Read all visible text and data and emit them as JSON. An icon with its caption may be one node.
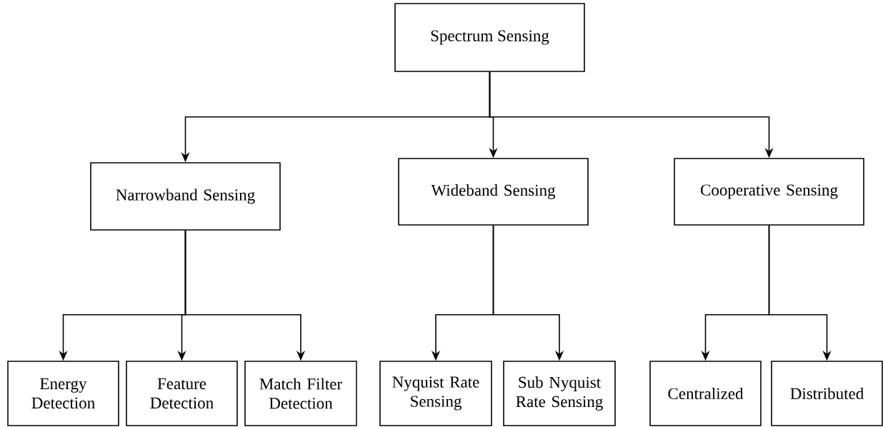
{
  "diagram": {
    "nodes": [
      {
        "text": [
          "Spectrum Sensing"
        ]
      },
      {
        "text": [
          "Narrowband Sensing"
        ]
      },
      {
        "text": [
          "Wideband Sensing"
        ]
      },
      {
        "text": [
          "Cooperative Sensing"
        ]
      },
      {
        "text": [
          "Energy Detection"
        ]
      },
      {
        "text": [
          "Feature Detection"
        ]
      },
      {
        "text": [
          "Match Filter Detection"
        ]
      },
      {
        "text": [
          "Nyquist Rate Sensing"
        ]
      },
      {
        "text": [
          "Sub Nyquist Rate Sensing"
        ]
      },
      {
        "text": [
          "Centralized"
        ]
      },
      {
        "text": [
          "Distributed"
        ]
      }
    ],
    "edges": [
      {
        "from": 0,
        "to": 1,
        "arrow": "to"
      },
      {
        "from": 0,
        "to": 2,
        "arrow": "to"
      },
      {
        "from": 0,
        "to": 3,
        "arrow": "to"
      },
      {
        "from": 1,
        "to": 4,
        "arrow": "to"
      },
      {
        "from": 1,
        "to": 5,
        "arrow": "to"
      },
      {
        "from": 1,
        "to": 6,
        "arrow": "to"
      },
      {
        "from": 2,
        "to": 7,
        "arrow": "to"
      },
      {
        "from": 2,
        "to": 8,
        "arrow": "to"
      },
      {
        "from": 3,
        "to": 9,
        "arrow": "to"
      },
      {
        "from": 3,
        "to": 10,
        "arrow": "to"
      }
    ]
  }
}
